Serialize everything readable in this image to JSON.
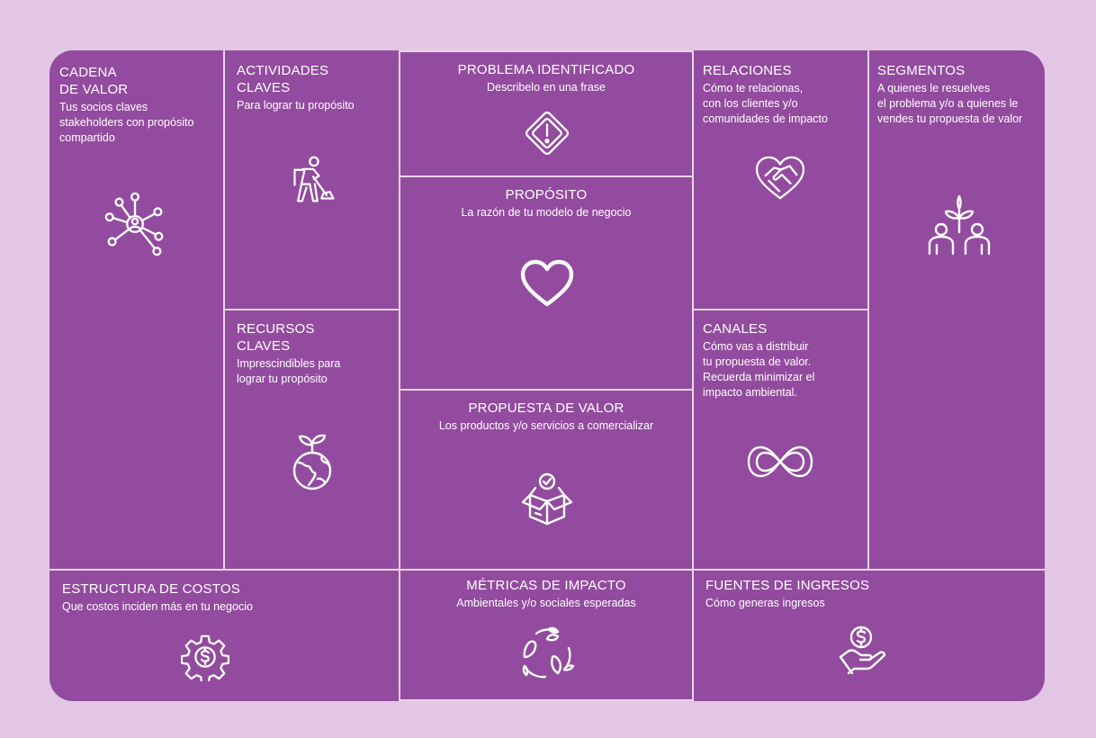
{
  "canvas": {
    "cadena": {
      "title": "CADENA\nDE VALOR",
      "sub": "Tus socios claves\nstakeholders con propósito\ncompartido",
      "icon": "network-people-icon"
    },
    "actividades": {
      "title": "ACTIVIDADES\nCLAVES",
      "sub": "Para lograr tu propósito",
      "icon": "worker-shovel-icon"
    },
    "problema": {
      "title": "PROBLEMA IDENTIFICADO",
      "sub": "Describelo en una frase",
      "icon": "warning-diamond-icon"
    },
    "proposito": {
      "title": "PROPÓSITO",
      "sub": "La razón de tu modelo de negocio",
      "icon": "heart-icon"
    },
    "relaciones": {
      "title": "RELACIONES",
      "sub": "Cómo te relacionas,\ncon los clientes y/o\ncomunidades de impacto",
      "icon": "handshake-heart-icon"
    },
    "segmentos": {
      "title": "SEGMENTOS",
      "sub": "A quienes le resuelves\nel problema y/o a quienes le\nvendes tu propuesta de valor",
      "icon": "people-plant-icon"
    },
    "recursos": {
      "title": "RECURSOS\nCLAVES",
      "sub": "Imprescindibles para\nlograr tu propósito",
      "icon": "globe-sprout-icon"
    },
    "propuesta": {
      "title": "PROPUESTA DE VALOR",
      "sub": "Los productos y/o servicios a comercializar",
      "icon": "box-check-icon"
    },
    "canales": {
      "title": "CANALES",
      "sub": "Cómo vas a distribuir\ntu propuesta de valor.\nRecuerda minimizar el\nimpacto ambiental.",
      "icon": "infinity-icon"
    },
    "costos": {
      "title": "ESTRUCTURA DE COSTOS",
      "sub": "Que costos inciden más en tu negocio",
      "icon": "gear-dollar-icon"
    },
    "metricas": {
      "title": "MÉTRICAS DE IMPACTO",
      "sub": "Ambientales y/o sociales esperadas",
      "icon": "recycle-leaves-icon"
    },
    "ingresos": {
      "title": "FUENTES DE INGRESOS",
      "sub": "Cómo generas ingresos",
      "icon": "hand-coin-icon"
    }
  },
  "colors": {
    "background": "#e2c6e3",
    "panel": "#924b9e",
    "divider": "#e9d6ea",
    "text": "#ffffff"
  }
}
